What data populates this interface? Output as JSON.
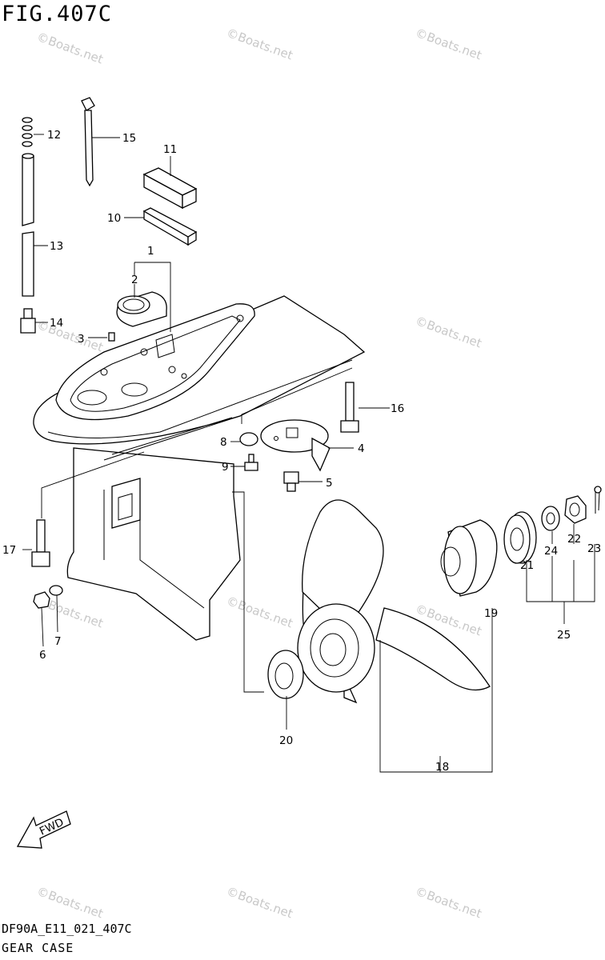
{
  "figure": {
    "title": "FIG.407C",
    "code": "DF90A_E11_021_407C",
    "caption": "GEAR CASE",
    "watermark": "©Boats.net",
    "fwd_label": "FWD"
  },
  "callouts": [
    "1",
    "2",
    "3",
    "4",
    "5",
    "6",
    "7",
    "8",
    "9",
    "10",
    "11",
    "12",
    "13",
    "14",
    "15",
    "16",
    "17",
    "18",
    "19",
    "20",
    "21",
    "22",
    "23",
    "24",
    "25"
  ]
}
